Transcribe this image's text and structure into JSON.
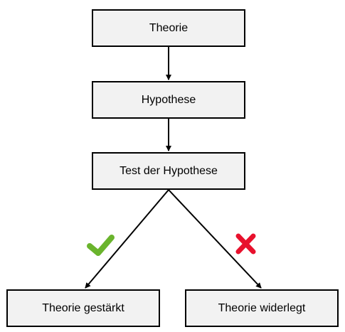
{
  "nodes": {
    "theorie": "Theorie",
    "hypothese": "Hypothese",
    "test": "Test der Hypothese",
    "gestaerkt": "Theorie gestärkt",
    "widerlegt": "Theorie widerlegt"
  },
  "icons": {
    "confirm": "check-icon",
    "reject": "cross-icon"
  },
  "colors": {
    "box_fill": "#f2f2f2",
    "box_border": "#000000",
    "check": "#6ab42d",
    "cross": "#e8112d"
  }
}
